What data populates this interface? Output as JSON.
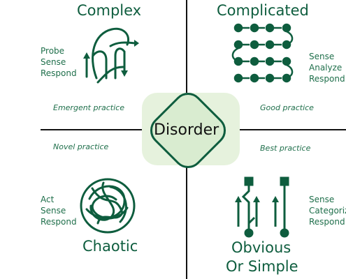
{
  "domains": {
    "complex": {
      "title": "Complex",
      "steps": [
        "Probe",
        "Sense",
        "Respond"
      ],
      "practice": "Emergent practice",
      "icon": "swirl-arrows-icon"
    },
    "complicated": {
      "title": "Complicated",
      "steps": [
        "Sense",
        "Analyze",
        "Respond"
      ],
      "practice": "Good practice",
      "icon": "dot-flow-arrows-icon"
    },
    "chaotic": {
      "title": "Chaotic",
      "steps": [
        "Act",
        "Sense",
        "Respond"
      ],
      "practice": "Novel practice",
      "icon": "tangled-circle-icon"
    },
    "obvious": {
      "title_line1": "Obvious",
      "title_line2": "Or Simple",
      "steps": [
        "Sense",
        "Categorize",
        "Respond"
      ],
      "practice": "Best practice",
      "icon": "straight-arrows-icon"
    }
  },
  "center": {
    "label": "Disorder"
  },
  "colors": {
    "primary": "#0e5d3e",
    "text": "#1f6f4b",
    "disorder_fill": "#d9ecd0",
    "disorder_halo": "#e6f2dd"
  }
}
